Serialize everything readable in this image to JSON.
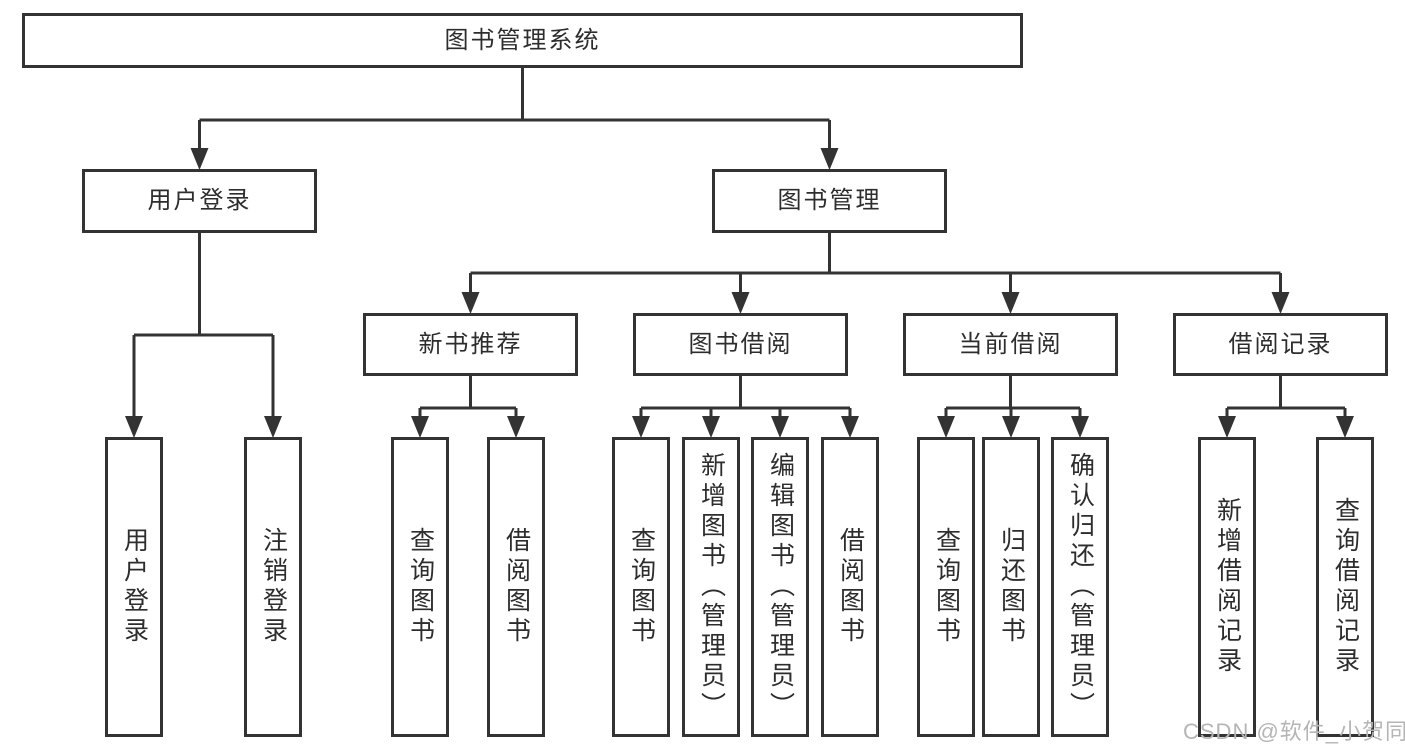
{
  "tree": {
    "label": "图书管理系统",
    "children": [
      {
        "label": "用户登录",
        "children": [
          {
            "label": "用户登录"
          },
          {
            "label": "注销登录"
          }
        ]
      },
      {
        "label": "图书管理",
        "children": [
          {
            "label": "新书推荐",
            "children": [
              {
                "label": "查询图书"
              },
              {
                "label": "借阅图书"
              }
            ]
          },
          {
            "label": "图书借阅",
            "children": [
              {
                "label": "查询图书"
              },
              {
                "label": "新增图书（管理员）"
              },
              {
                "label": "编辑图书（管理员）"
              },
              {
                "label": "借阅图书"
              }
            ]
          },
          {
            "label": "当前借阅",
            "children": [
              {
                "label": "查询图书"
              },
              {
                "label": "归还图书"
              },
              {
                "label": "确认归还（管理员）"
              }
            ]
          },
          {
            "label": "借阅记录",
            "children": [
              {
                "label": "新增借阅记录"
              },
              {
                "label": "查询借阅记录"
              }
            ]
          }
        ]
      }
    ]
  },
  "watermark": {
    "text": "CSDN @软件_小贺同学"
  },
  "colors": {
    "line": "#333333",
    "box_border": "#333333",
    "text": "#2d2d2d",
    "watermark": "#b5b5b5",
    "background": "#ffffff"
  }
}
